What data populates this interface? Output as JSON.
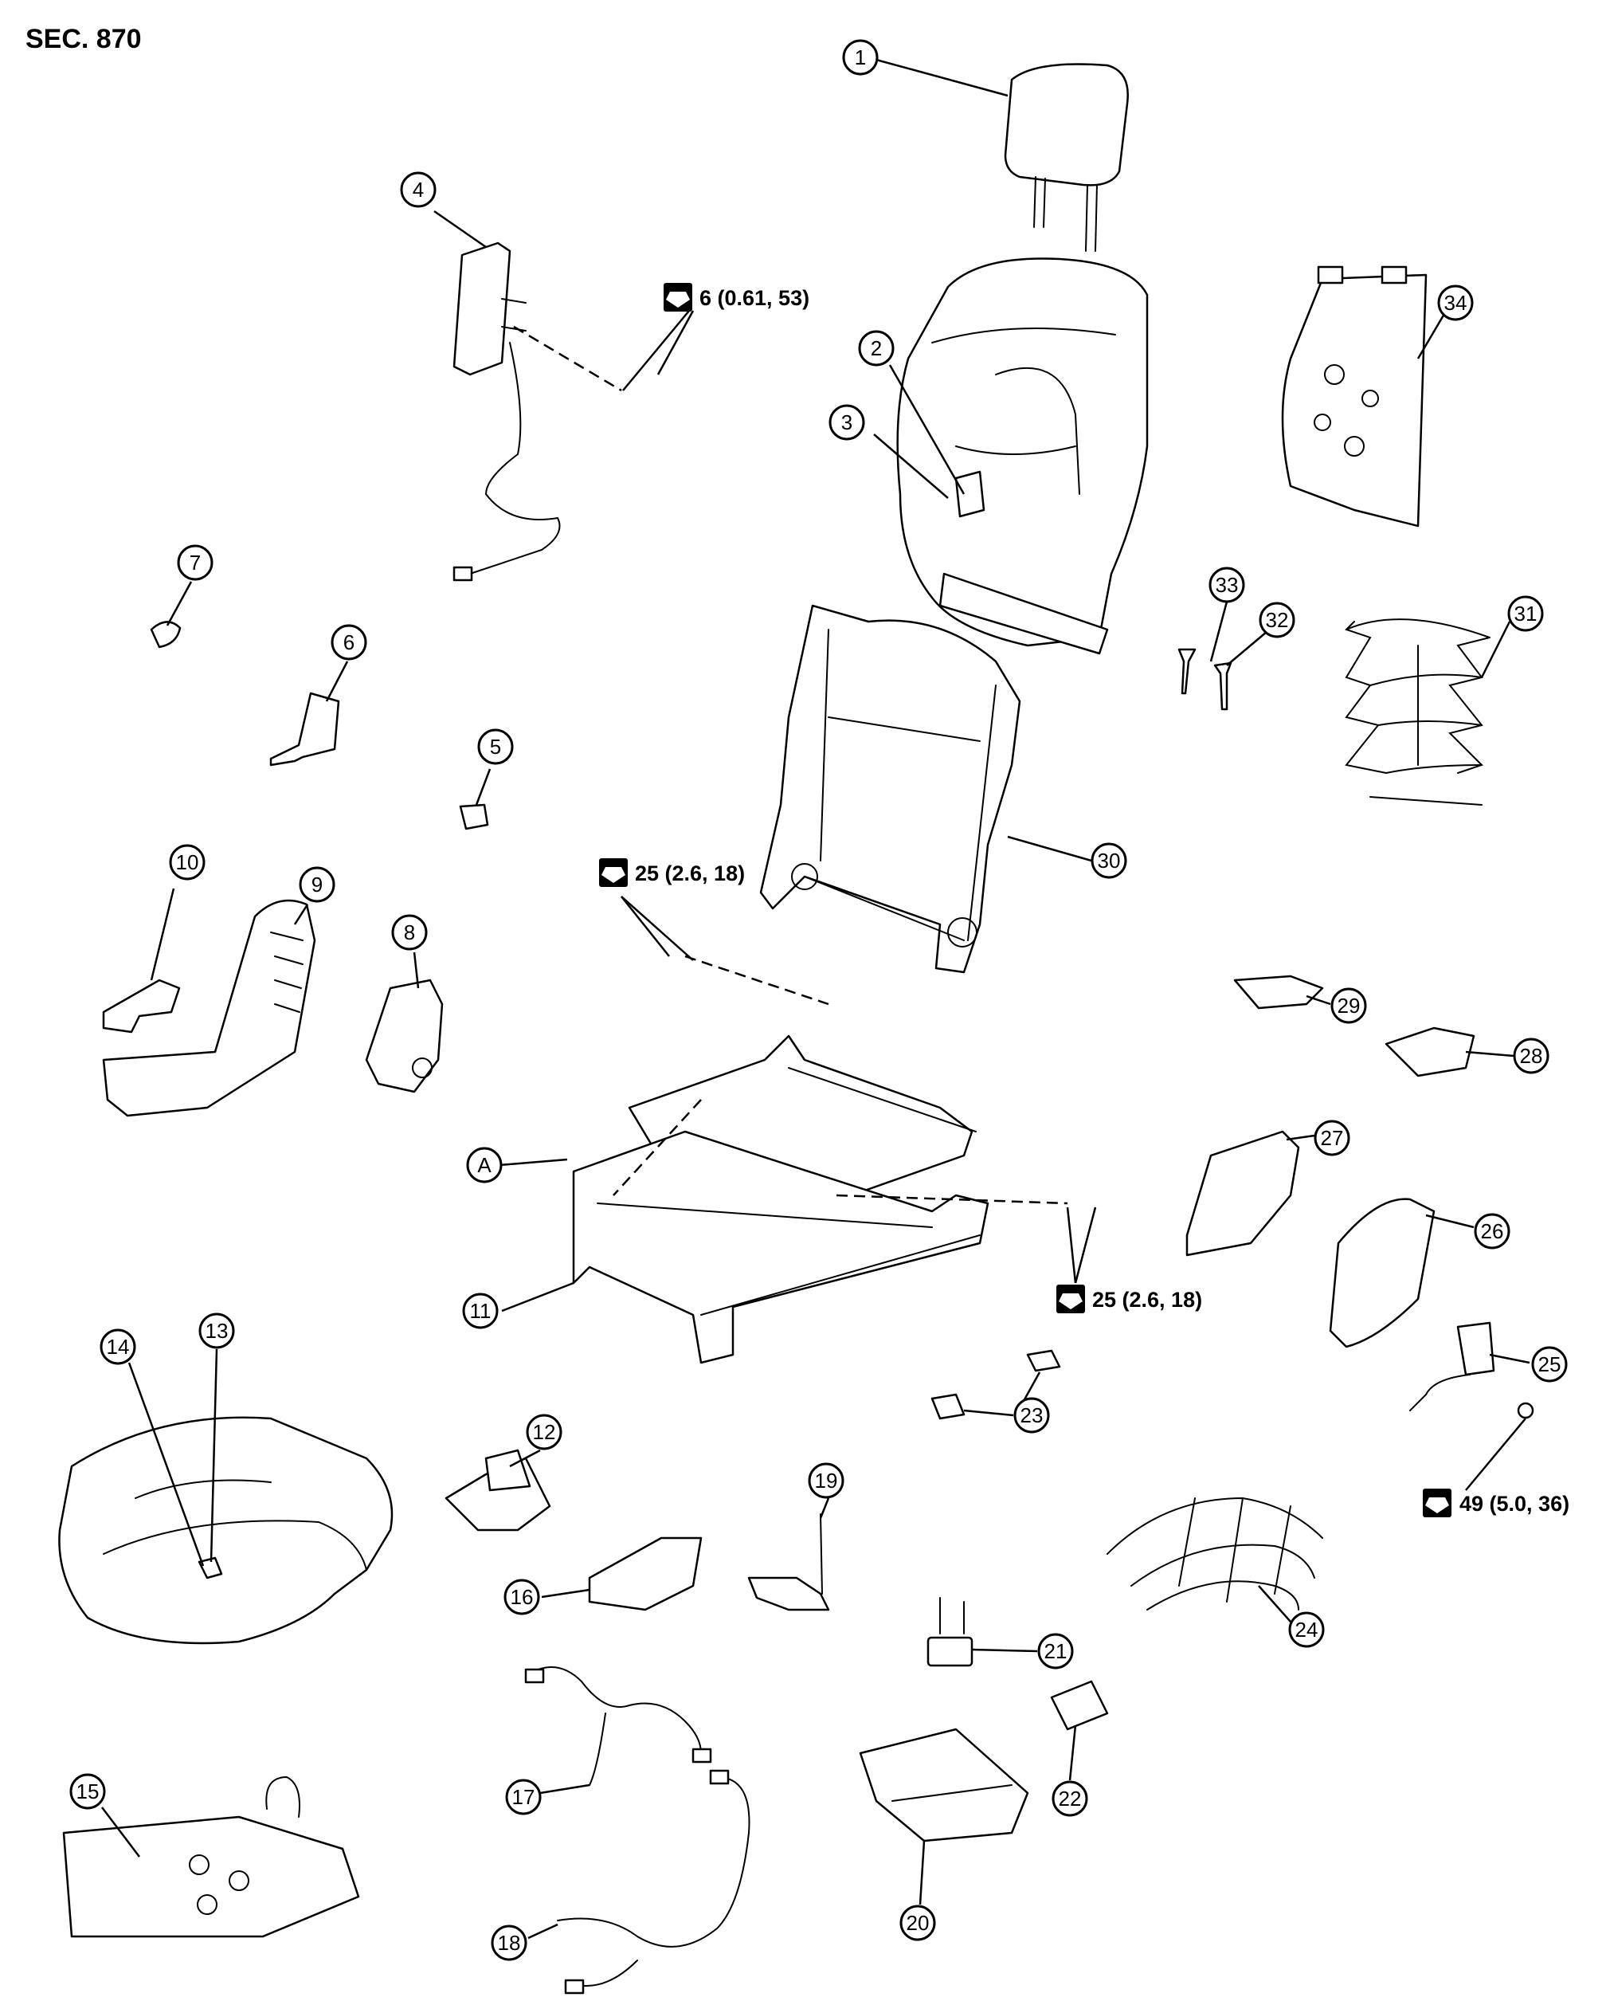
{
  "section_label": "SEC. 870",
  "callouts": [
    "1",
    "2",
    "3",
    "4",
    "5",
    "6",
    "7",
    "8",
    "9",
    "10",
    "11",
    "12",
    "13",
    "14",
    "15",
    "16",
    "17",
    "18",
    "19",
    "20",
    "21",
    "22",
    "23",
    "24",
    "25",
    "26",
    "27",
    "28",
    "29",
    "30",
    "31",
    "32",
    "33",
    "34",
    "A"
  ],
  "torque_specs": {
    "t6": "6 (0.61, 53)",
    "t25a": "25 (2.6, 18)",
    "t25b": "25 (2.6, 18)",
    "t49": "49 (5.0, 36)"
  }
}
